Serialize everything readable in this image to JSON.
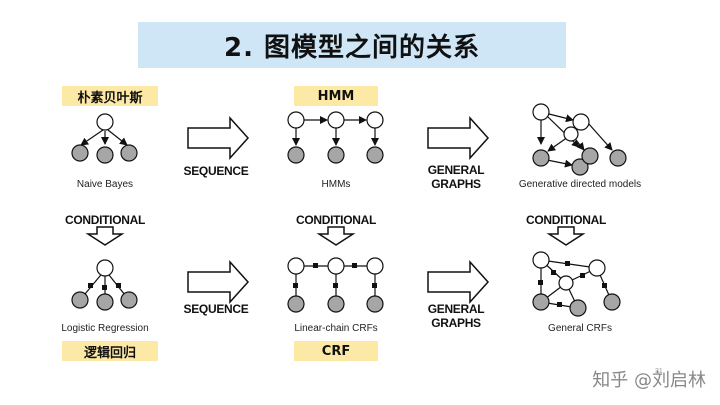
{
  "title": "2. 图模型之间的关系",
  "tags": {
    "naive_bayes_cn": "朴素贝叶斯",
    "hmm": "HMM",
    "logistic_cn": "逻辑回归",
    "crf": "CRF"
  },
  "captions": {
    "naive_bayes": "Naive Bayes",
    "hmms": "HMMs",
    "generative": "Generative directed models",
    "logistic": "Logistic Regression",
    "linear_chain": "Linear-chain CRFs",
    "general_crfs": "General CRFs"
  },
  "arrow_labels": {
    "sequence": "SEQUENCE",
    "general_line1": "GENERAL",
    "general_line2": "GRAPHS",
    "conditional": "CONDITIONAL"
  },
  "colors": {
    "title_bg": "#cfe6f7",
    "tag_bg": "#fde9a6",
    "observed_node": "#a6a6a6",
    "hidden_node": "#ffffff"
  },
  "page_number": "31",
  "watermark": "知乎 @刘启林"
}
